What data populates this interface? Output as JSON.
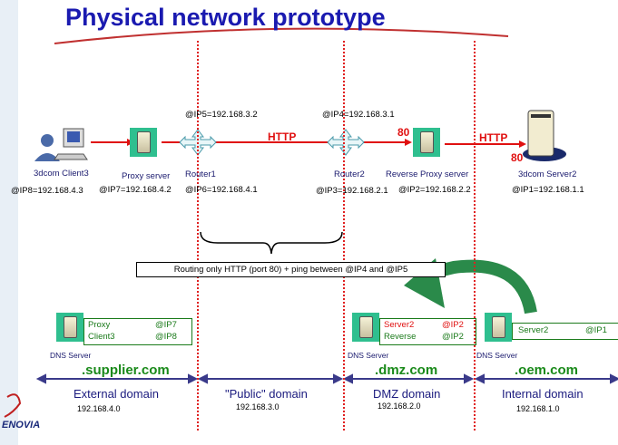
{
  "title": "Physical network prototype",
  "nodes": {
    "client": {
      "name": "3dcom Client3",
      "ip": "@IP8=192.168.4.3"
    },
    "proxy": {
      "name": "Proxy server",
      "ip": "@IP7=192.168.4.2"
    },
    "router1": {
      "name": "Router1",
      "ip_top": "@IP5=192.168.3.2",
      "ip_bottom": "@IP6=192.168.4.1"
    },
    "router2": {
      "name": "Router2",
      "ip_top": "@IP4=192.168.3.1",
      "ip_bottom": "@IP3=192.168.2.1"
    },
    "reverse_proxy": {
      "name": "Reverse Proxy server",
      "ip": "@IP2=192.168.2.2",
      "port": "80"
    },
    "server": {
      "name": "3dcom Server2",
      "ip": "@IP1=192.168.1.1",
      "port": "80"
    }
  },
  "links": {
    "http1": "HTTP",
    "http2": "HTTP"
  },
  "routing_note": "Routing only HTTP (port 80) + ping between @IP4 and @IP5",
  "dns": [
    {
      "label": "DNS Server",
      "entries": [
        {
          "name": "Proxy",
          "ip": "@IP7"
        },
        {
          "name": "Client3",
          "ip": "@IP8"
        }
      ]
    },
    {
      "label": "DNS Server",
      "entries": [
        {
          "name": "Server2",
          "ip": "@IP2"
        },
        {
          "name": "Reverse",
          "ip": "@IP2"
        }
      ]
    },
    {
      "label": "DNS Server",
      "entries": [
        {
          "name": "Server2",
          "ip": "@IP1"
        }
      ]
    }
  ],
  "domains": [
    {
      "suffix": ".supplier.com",
      "name": "External domain",
      "net": "192.168.4.0"
    },
    {
      "suffix": "",
      "name": "\"Public\" domain",
      "net": "192.168.3.0"
    },
    {
      "suffix": ".dmz.com",
      "name": "DMZ domain",
      "net": "192.168.2.0"
    },
    {
      "suffix": ".oem.com",
      "name": "Internal domain",
      "net": "192.168.1.0"
    }
  ],
  "logo": "ENOVIA",
  "colors": {
    "title": "#1a1ab0",
    "link": "#e01010",
    "dns_text": "#1a7a1a",
    "arrow": "#2a8a4a",
    "domain_arrow": "#3a3a8a"
  }
}
